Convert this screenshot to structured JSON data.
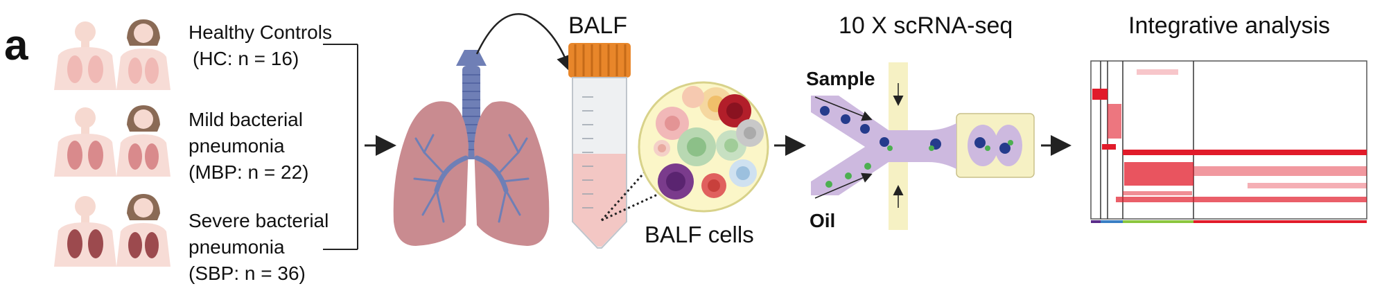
{
  "panel_label": "a",
  "groups": [
    {
      "line1": "Healthy Controls",
      "line2": "(HC: n = 16)",
      "line3": ""
    },
    {
      "line1": "Mild bacterial",
      "line2": "pneumonia",
      "line3": "(MBP: n = 22)"
    },
    {
      "line1": "Severe bacterial",
      "line2": "pneumonia",
      "line3": "(SBP: n = 36)"
    }
  ],
  "stage_titles": {
    "balf": "BALF",
    "scrnaseq": "10 X scRNA-seq",
    "integrative": "Integrative analysis"
  },
  "labels": {
    "balf_cells": "BALF cells",
    "sample": "Sample",
    "oil": "Oil"
  },
  "colors": {
    "lung_tissue": "#c98b90",
    "airway": "#6f7fb6",
    "tube_cap": "#e8862a",
    "fluid": "#f3c7c4",
    "channel": "#cdb9df",
    "droplet_bead": "#253b8c",
    "heatmap": "#e11b2a"
  }
}
